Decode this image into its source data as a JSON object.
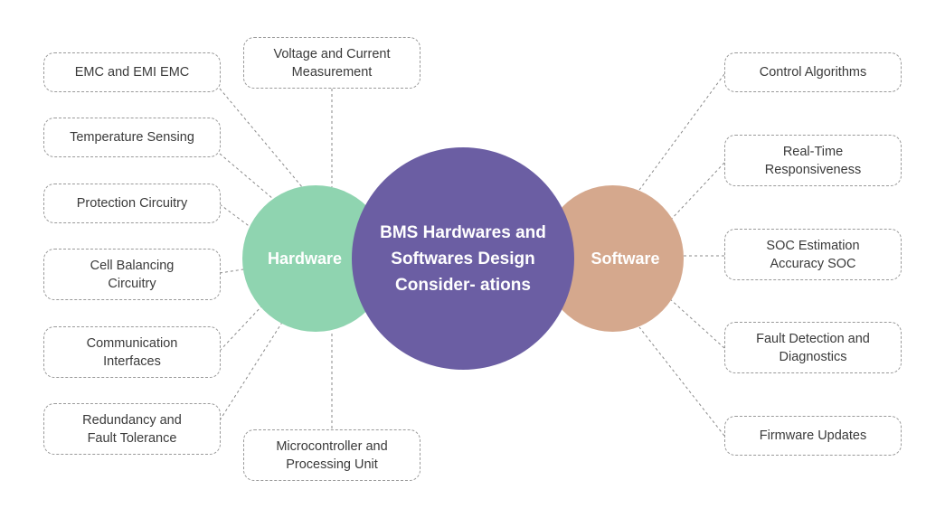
{
  "center": {
    "title": "BMS Hardwares and Softwares Design Consider- ations",
    "color": "#6b5ea3"
  },
  "hardware": {
    "label": "Hardware",
    "color": "#8fd4b0",
    "items": [
      "EMC and EMI EMC",
      "Voltage and Current Measurement",
      "Temperature Sensing",
      "Protection Circuitry",
      "Cell Balancing Circuitry",
      "Communication Interfaces",
      "Redundancy and Fault Tolerance",
      "Microcontroller and Processing Unit"
    ]
  },
  "software": {
    "label": "Software",
    "color": "#d5a88d",
    "items": [
      "Control Algorithms",
      "Real-Time Responsiveness",
      "SOC Estimation Accuracy SOC",
      "Fault Detection and Diagnostics",
      "Firmware Updates"
    ]
  }
}
